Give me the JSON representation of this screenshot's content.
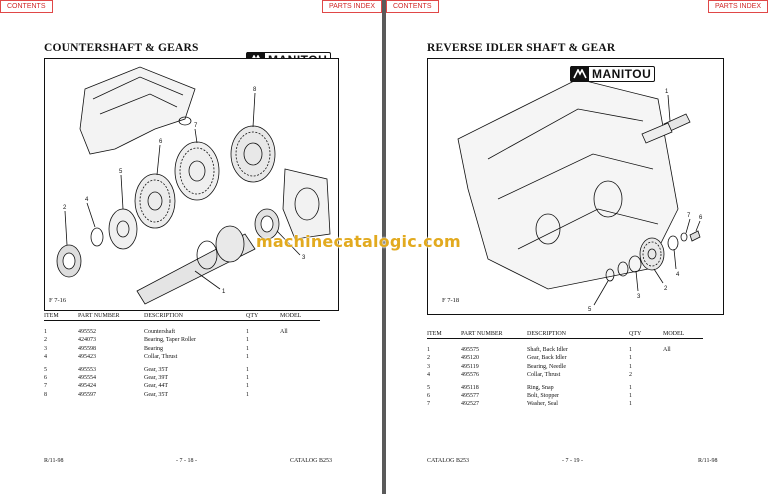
{
  "left": {
    "nav": {
      "contents": "CONTENTS",
      "parts_index": "PARTS INDEX"
    },
    "title": "COUNTERSHAFT & GEARS",
    "logo_text": "MANITOU",
    "figure_label": "F 7-16",
    "callouts": [
      "1",
      "2",
      "3",
      "4",
      "5",
      "6",
      "7",
      "8"
    ],
    "headers": {
      "item": "ITEM",
      "part": "PART NUMBER",
      "desc": "DESCRIPTION",
      "qty": "QTY",
      "model": "MODEL"
    },
    "rows_a": [
      {
        "item": "1",
        "part": "495552",
        "desc": "Countershaft",
        "qty": "1",
        "model": "All"
      },
      {
        "item": "2",
        "part": "424073",
        "desc": "Bearing, Taper Roller",
        "qty": "1",
        "model": ""
      },
      {
        "item": "3",
        "part": "495598",
        "desc": "Bearing",
        "qty": "1",
        "model": ""
      },
      {
        "item": "4",
        "part": "495423",
        "desc": "Collar, Thrust",
        "qty": "1",
        "model": ""
      }
    ],
    "rows_b": [
      {
        "item": "5",
        "part": "495553",
        "desc": "Gear, 35T",
        "qty": "1",
        "model": ""
      },
      {
        "item": "6",
        "part": "495554",
        "desc": "Gear, 39T",
        "qty": "1",
        "model": ""
      },
      {
        "item": "7",
        "part": "495424",
        "desc": "Gear, 44T",
        "qty": "1",
        "model": ""
      },
      {
        "item": "8",
        "part": "495597",
        "desc": "Gear, 35T",
        "qty": "1",
        "model": ""
      }
    ],
    "footer_left": "R/11-98",
    "footer_center": "- 7 - 18 -",
    "footer_right": "CATALOG B253"
  },
  "right": {
    "nav": {
      "contents": "CONTENTS",
      "parts_index": "PARTS INDEX"
    },
    "title": "REVERSE IDLER SHAFT & GEAR",
    "logo_text": "MANITOU",
    "figure_label": "F 7-18",
    "callouts": [
      "1",
      "2",
      "3",
      "4",
      "5",
      "6",
      "7"
    ],
    "headers": {
      "item": "ITEM",
      "part": "PART NUMBER",
      "desc": "DESCRIPTION",
      "qty": "QTY",
      "model": "MODEL"
    },
    "rows_a": [
      {
        "item": "1",
        "part": "495575",
        "desc": "Shaft, Back Idler",
        "qty": "1",
        "model": "All"
      },
      {
        "item": "2",
        "part": "495120",
        "desc": "Gear, Back Idler",
        "qty": "1",
        "model": ""
      },
      {
        "item": "3",
        "part": "495119",
        "desc": "Bearing, Needle",
        "qty": "1",
        "model": ""
      },
      {
        "item": "4",
        "part": "495576",
        "desc": "Collar, Thrust",
        "qty": "2",
        "model": ""
      }
    ],
    "rows_b": [
      {
        "item": "5",
        "part": "495118",
        "desc": "Ring, Snap",
        "qty": "1",
        "model": ""
      },
      {
        "item": "6",
        "part": "495577",
        "desc": "Bolt, Stopper",
        "qty": "1",
        "model": ""
      },
      {
        "item": "7",
        "part": "492527",
        "desc": "Washer, Seal",
        "qty": "1",
        "model": ""
      }
    ],
    "footer_left": "CATALOG B253",
    "footer_center": "- 7 - 19 -",
    "footer_right": "R/11-98"
  },
  "watermark": "machinecatalogic.com",
  "colors": {
    "nav_border": "#e04848",
    "nav_text": "#d02828",
    "watermark": "#e2aa1f",
    "gutter": "#5a5a5a"
  }
}
